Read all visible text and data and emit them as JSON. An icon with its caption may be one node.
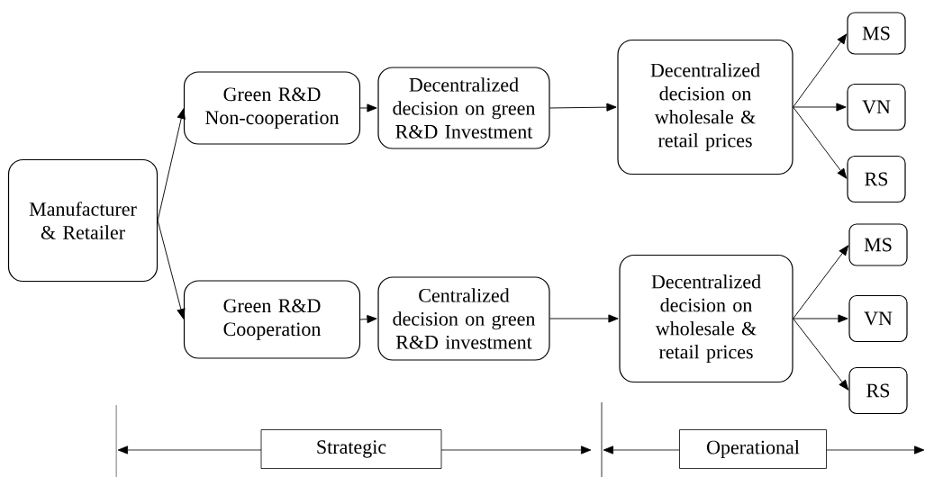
{
  "diagram": {
    "nodes": [
      {
        "text": [
          "Manufacturer & Retailer"
        ]
      },
      {
        "text": [
          "Green R&D Non-cooperation"
        ]
      },
      {
        "text": [
          "Decentralized decision on green R&D Investment"
        ]
      },
      {
        "text": [
          "Decentralized decision on wholesale & retail prices"
        ]
      },
      {
        "text": [
          "MS"
        ]
      },
      {
        "text": [
          "VN"
        ]
      },
      {
        "text": [
          "RS"
        ]
      },
      {
        "text": [
          "Green R&D Cooperation"
        ]
      },
      {
        "text": [
          "Centralized decision on green R&D investment"
        ]
      },
      {
        "text": [
          "Decentralized decision on wholesale & retail prices"
        ]
      },
      {
        "text": [
          "MS"
        ]
      },
      {
        "text": [
          "VN"
        ]
      },
      {
        "text": [
          "RS"
        ]
      },
      {
        "text": [
          "Strategic"
        ]
      },
      {
        "text": [
          "Operational"
        ]
      }
    ],
    "edges": [
      {
        "from": 0,
        "to": 1,
        "arrow": "to"
      },
      {
        "from": 0,
        "to": 7,
        "arrow": "to"
      },
      {
        "from": 1,
        "to": 2,
        "arrow": "to"
      },
      {
        "from": 2,
        "to": 3,
        "arrow": "to"
      },
      {
        "from": 3,
        "to": 4,
        "arrow": "to"
      },
      {
        "from": 3,
        "to": 5,
        "arrow": "to"
      },
      {
        "from": 3,
        "to": 6,
        "arrow": "to"
      },
      {
        "from": 7,
        "to": 8,
        "arrow": "to"
      },
      {
        "from": 8,
        "to": 9,
        "arrow": "to"
      },
      {
        "from": 9,
        "to": 10,
        "arrow": "to"
      },
      {
        "from": 9,
        "to": 11,
        "arrow": "to"
      },
      {
        "from": 9,
        "to": 12,
        "arrow": "to"
      }
    ]
  }
}
